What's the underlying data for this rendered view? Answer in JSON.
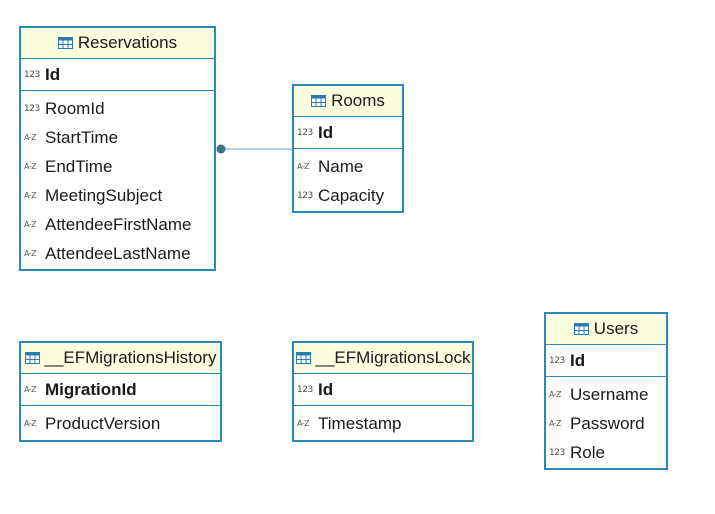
{
  "entities": {
    "reservations": {
      "title": "Reservations",
      "pk": {
        "type": "123",
        "name": "Id"
      },
      "columns": [
        {
          "type": "123",
          "name": "RoomId"
        },
        {
          "type": "A-Z",
          "name": "StartTime"
        },
        {
          "type": "A-Z",
          "name": "EndTime"
        },
        {
          "type": "A-Z",
          "name": "MeetingSubject"
        },
        {
          "type": "A-Z",
          "name": "AttendeeFirstName"
        },
        {
          "type": "A-Z",
          "name": "AttendeeLastName"
        }
      ]
    },
    "rooms": {
      "title": "Rooms",
      "pk": {
        "type": "123",
        "name": "Id"
      },
      "columns": [
        {
          "type": "A-Z",
          "name": "Name"
        },
        {
          "type": "123",
          "name": "Capacity"
        }
      ]
    },
    "ef_history": {
      "title": "__EFMigrationsHistory",
      "pk": {
        "type": "A-Z",
        "name": "MigrationId"
      },
      "columns": [
        {
          "type": "A-Z",
          "name": "ProductVersion"
        }
      ]
    },
    "ef_lock": {
      "title": "__EFMigrationsLock",
      "pk": {
        "type": "123",
        "name": "Id"
      },
      "columns": [
        {
          "type": "A-Z",
          "name": "Timestamp"
        }
      ]
    },
    "users": {
      "title": "Users",
      "pk": {
        "type": "123",
        "name": "Id"
      },
      "columns": [
        {
          "type": "A-Z",
          "name": "Username"
        },
        {
          "type": "A-Z",
          "name": "Password"
        },
        {
          "type": "123",
          "name": "Role"
        }
      ]
    }
  },
  "colors": {
    "border": "#2a8ab8",
    "header_bg": "#fdfde0",
    "link": "#4a7f99"
  }
}
